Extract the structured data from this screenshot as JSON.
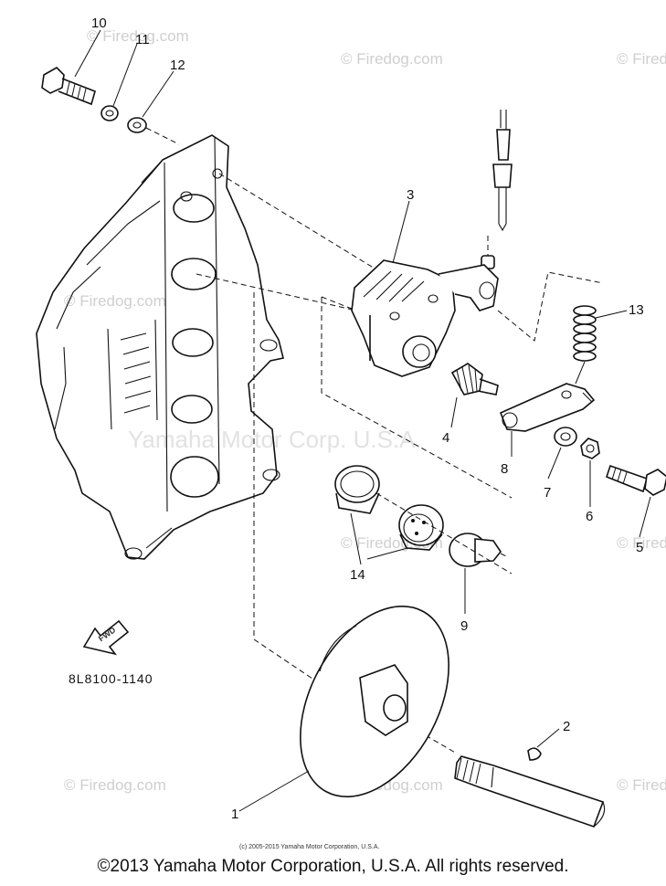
{
  "watermark_text": "© Firedog.com",
  "watermark_center": "Yamaha Motor Corp. U.S.A.",
  "part_code": "8L8100-1140",
  "fwd_label": "FWD",
  "small_copyright": "(c) 2005-2015 Yamaha Motor Corporation, U.S.A.",
  "copyright": "©2013 Yamaha Motor Corporation, U.S.A. All rights reserved.",
  "callouts": {
    "c1": "1",
    "c2": "2",
    "c3": "3",
    "c4": "4",
    "c5": "5",
    "c6": "6",
    "c7": "7",
    "c8": "8",
    "c9": "9",
    "c10": "10",
    "c11": "11",
    "c12": "12",
    "c13": "13",
    "c14": "14"
  }
}
